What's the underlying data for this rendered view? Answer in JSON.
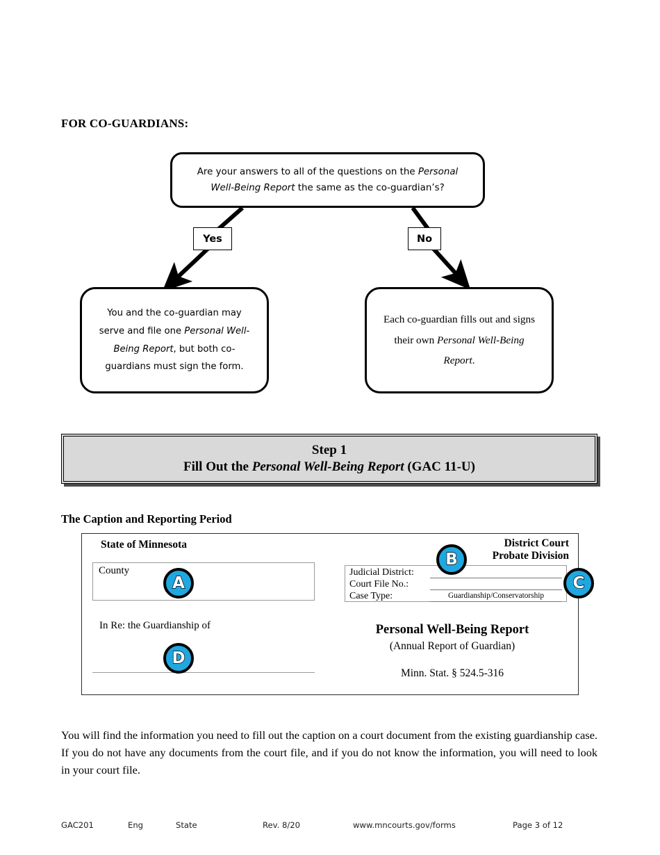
{
  "section": {
    "heading": "FOR CO-GUARDIANS:"
  },
  "flowchart": {
    "decision": {
      "text_line1_a": "Are your answers to all of the questions on the ",
      "text_line1_italic": "Personal",
      "text_line2_italic": "Well-Being Report",
      "text_line2_b": " the same as the co-guardian’s?"
    },
    "branch_yes_label": "Yes",
    "branch_no_label": "No",
    "outcome_yes": {
      "part1": "You and the co-guardian may serve and file one ",
      "italic1": "Personal Well-Being Report",
      "part2": ", but both co-guardians must sign the form."
    },
    "outcome_no": {
      "part1": "Each co-guardian fills out and signs their own ",
      "italic1": "Personal Well-Being Report",
      "part2": "."
    }
  },
  "step_banner": {
    "line1": "Step 1",
    "line2_pre": "Fill Out the ",
    "line2_italic": "Personal Well-Being Report",
    "line2_post": " (GAC 11-U)"
  },
  "caption_section": {
    "heading": "The Caption and Reporting Period"
  },
  "form": {
    "state_heading": "State of Minnesota",
    "county_label": "County",
    "in_re_label": "In Re: the Guardianship of",
    "court_title_line1": "District Court",
    "court_title_line2": "Probate Division",
    "fields": [
      {
        "label": "Judicial District:",
        "value": ""
      },
      {
        "label": "Court File No.:",
        "value": ""
      },
      {
        "label": "Case Type:",
        "value": "Guardianship/Conservatorship"
      }
    ],
    "report_title": "Personal Well-Being Report",
    "report_subtitle": "(Annual Report of Guardian)",
    "report_statute": "Minn. Stat. § 524.5-316",
    "callouts": [
      {
        "letter": "A"
      },
      {
        "letter": "B"
      },
      {
        "letter": "C"
      },
      {
        "letter": "D"
      }
    ]
  },
  "body": {
    "paragraph": "You will find the information you need to fill out the caption on a court document from the existing guardianship case. If you do not have any documents from the court file, and if you do not know the information, you will need to look in your court file."
  },
  "footer": {
    "form_code": "GAC201",
    "language": "Eng",
    "scope": "State",
    "revision": "Rev. 8/20",
    "url": "www.mncourts.gov/forms",
    "page": "Page 3 of 12"
  },
  "colors": {
    "callout_fill": "#1FA8E0",
    "banner_fill": "#d9d9d9",
    "ink": "#000000"
  }
}
